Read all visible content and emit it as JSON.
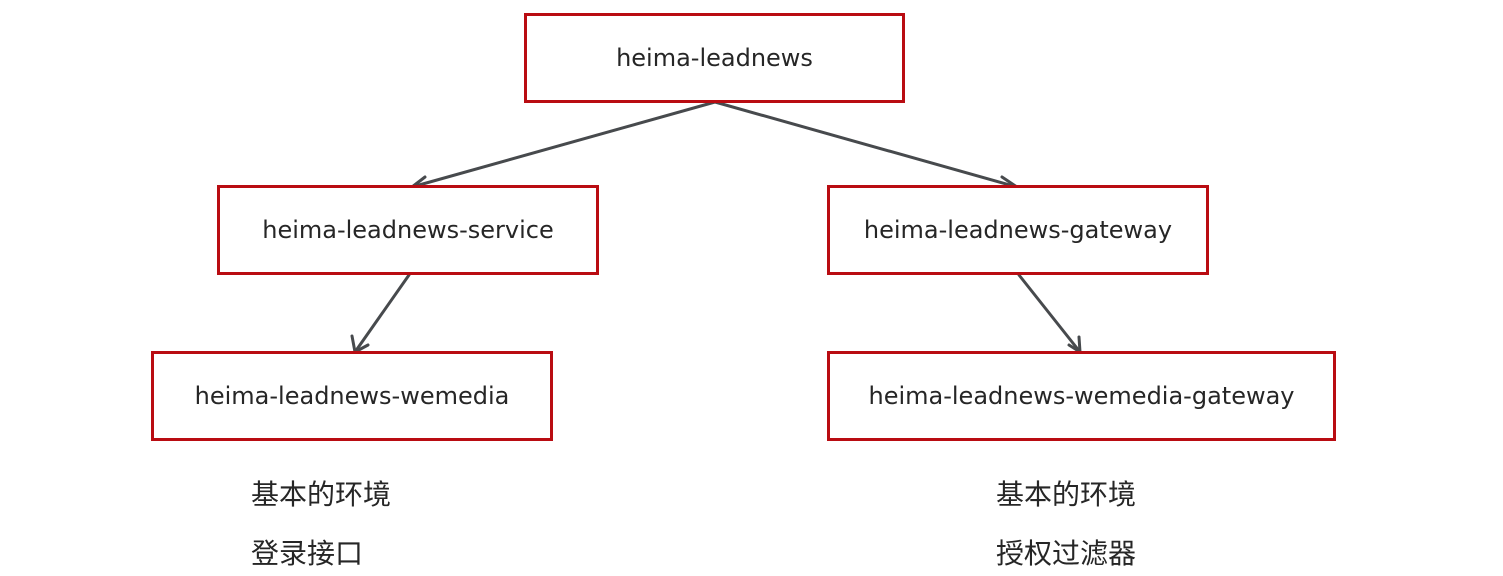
{
  "diagram": {
    "nodes": {
      "root": "heima-leadnews",
      "service": "heima-leadnews-service",
      "gateway": "heima-leadnews-gateway",
      "wemedia": "heima-leadnews-wemedia",
      "wemedia_gateway": "heima-leadnews-wemedia-gateway"
    },
    "edges": [
      {
        "from": "heima-leadnews",
        "to": "heima-leadnews-service"
      },
      {
        "from": "heima-leadnews",
        "to": "heima-leadnews-gateway"
      },
      {
        "from": "heima-leadnews-service",
        "to": "heima-leadnews-wemedia"
      },
      {
        "from": "heima-leadnews-gateway",
        "to": "heima-leadnews-wemedia-gateway"
      }
    ],
    "notes": {
      "left": [
        "基本的环境",
        "登录接口"
      ],
      "right": [
        "基本的环境",
        "授权过滤器"
      ]
    },
    "colors": {
      "box_border": "#b90c12",
      "arrow": "#474a4d",
      "text": "#262626"
    }
  }
}
